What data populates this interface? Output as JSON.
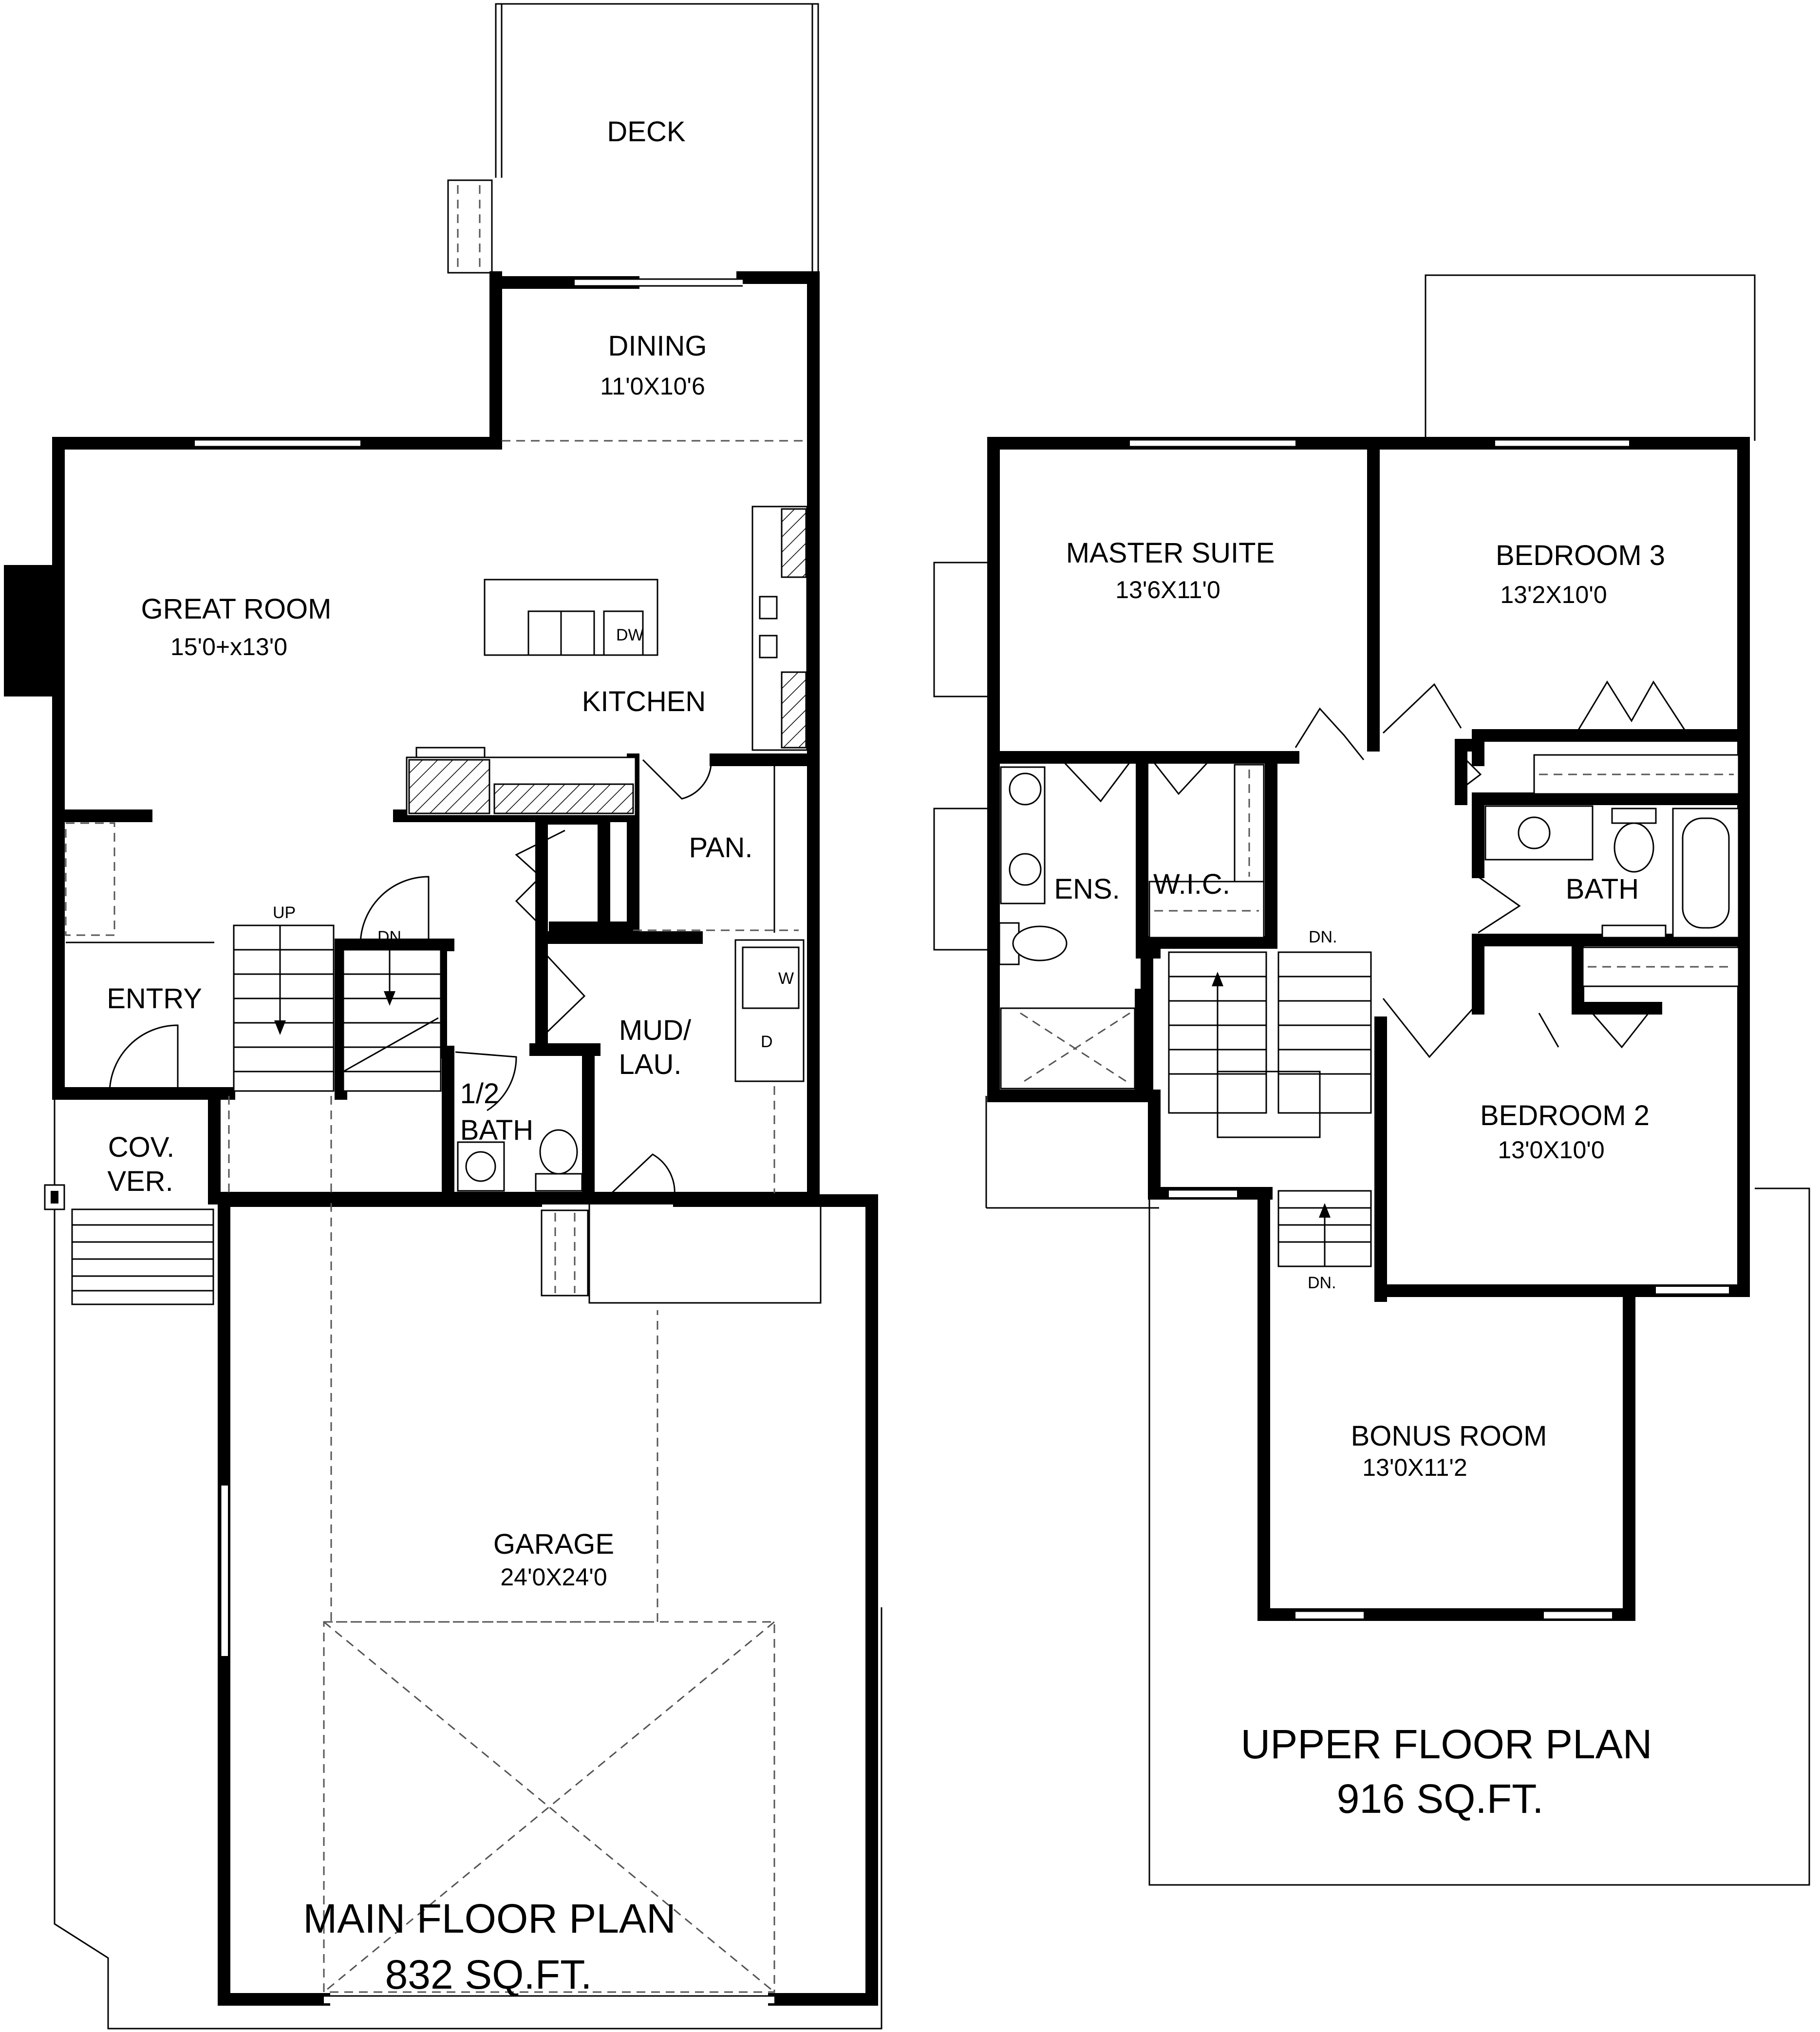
{
  "main_floor": {
    "title": "MAIN FLOOR PLAN",
    "area": "832 SQ.FT.",
    "rooms": {
      "deck": {
        "name": "DECK"
      },
      "dining": {
        "name": "DINING",
        "size": "11'0X10'6"
      },
      "great_room": {
        "name": "GREAT ROOM",
        "size": "15'0+x13'0"
      },
      "kitchen": {
        "name": "KITCHEN"
      },
      "pantry": {
        "name": "PAN."
      },
      "entry": {
        "name": "ENTRY"
      },
      "mud_laundry": {
        "name_line1": "MUD/",
        "name_line2": "LAU."
      },
      "half_bath": {
        "name_line1": "1/2",
        "name_line2": "BATH"
      },
      "covered_verandah": {
        "name_line1": "COV.",
        "name_line2": "VER."
      },
      "garage": {
        "name": "GARAGE",
        "size": "24'0X24'0"
      }
    },
    "stairs": {
      "up": "UP",
      "down": "DN."
    },
    "fixtures": {
      "dishwasher": "DW",
      "washer": "W",
      "dryer": "D"
    }
  },
  "upper_floor": {
    "title": "UPPER FLOOR PLAN",
    "area": "916 SQ.FT.",
    "rooms": {
      "master_suite": {
        "name": "MASTER SUITE",
        "size": "13'6X11'0"
      },
      "bedroom_3": {
        "name": "BEDROOM 3",
        "size": "13'2X10'0"
      },
      "ensuite": {
        "name": "ENS."
      },
      "walk_in_closet": {
        "name": "W.I.C."
      },
      "bath": {
        "name": "BATH"
      },
      "bedroom_2": {
        "name": "BEDROOM 2",
        "size": "13'0X10'0"
      },
      "bonus_room": {
        "name": "BONUS ROOM",
        "size": "13'0X11'2"
      }
    },
    "stairs": {
      "down_top": "DN.",
      "down_bottom": "DN."
    }
  }
}
